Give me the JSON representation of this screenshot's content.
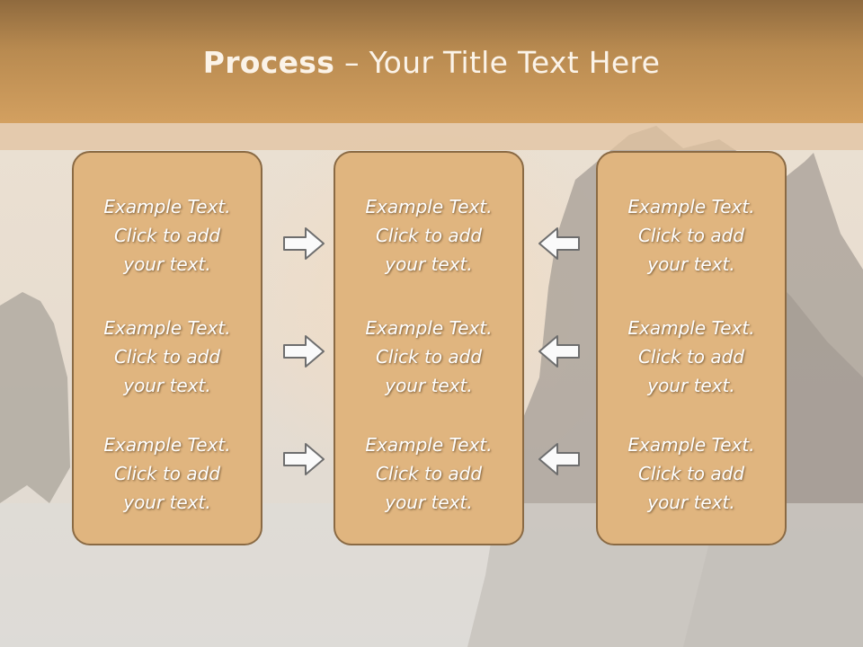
{
  "title": {
    "bold": "Process",
    "separator": " – ",
    "rest": "Your Title Text Here"
  },
  "columns": [
    {
      "blocks": [
        {
          "line1": "Example Text.",
          "line2": "Click  to add",
          "line3": "your text."
        },
        {
          "line1": "Example Text.",
          "line2": "Click  to add",
          "line3": "your text."
        },
        {
          "line1": "Example Text.",
          "line2": "Click  to add",
          "line3": "your text."
        }
      ]
    },
    {
      "blocks": [
        {
          "line1": "Example Text.",
          "line2": "Click  to add",
          "line3": "your text."
        },
        {
          "line1": "Example Text.",
          "line2": "Click  to add",
          "line3": "your text."
        },
        {
          "line1": "Example Text.",
          "line2": "Click  to add",
          "line3": "your text."
        }
      ]
    },
    {
      "blocks": [
        {
          "line1": "Example Text.",
          "line2": "Click  to add",
          "line3": "your text."
        },
        {
          "line1": "Example Text.",
          "line2": "Click  to add",
          "line3": "your text."
        },
        {
          "line1": "Example Text.",
          "line2": "Click  to add",
          "line3": "your text."
        }
      ]
    }
  ],
  "arrows": {
    "left_group": "right-arrow-icon",
    "right_group": "left-arrow-icon"
  },
  "colors": {
    "title_band": "#c4915a",
    "box_fill": "#e0b57f",
    "box_border": "#8a6a44",
    "text": "#ffffff"
  }
}
